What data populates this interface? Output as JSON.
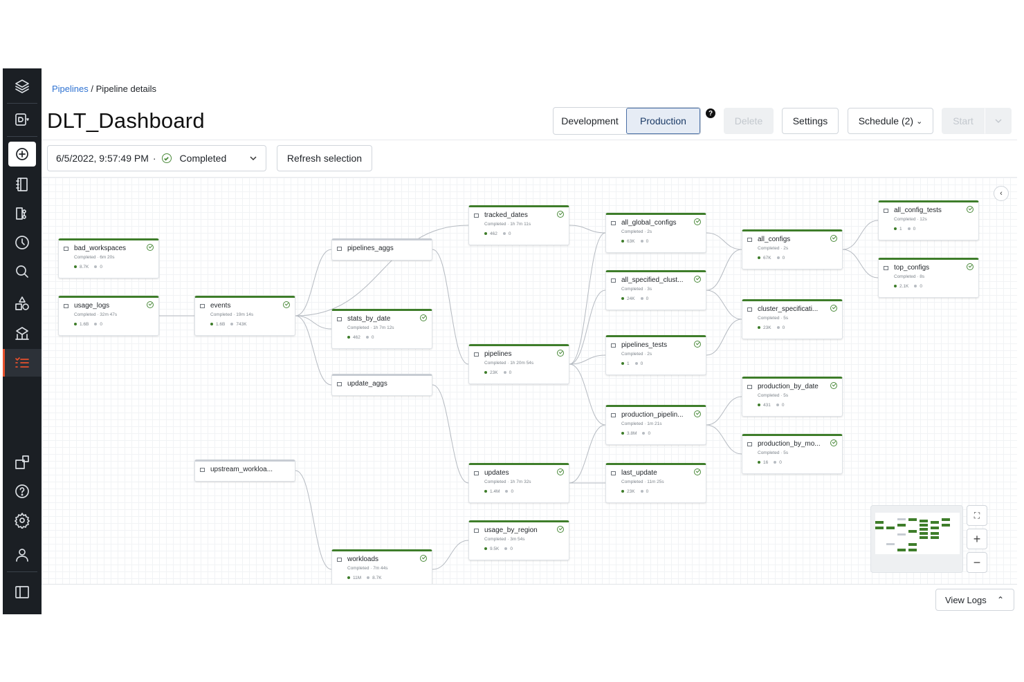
{
  "breadcrumb": {
    "root": "Pipelines",
    "separator": " / ",
    "current": "Pipeline details"
  },
  "page_title": "DLT_Dashboard",
  "mode_toggle": {
    "development": "Development",
    "production": "Production",
    "selected": "Production"
  },
  "help_icon": "?",
  "actions": {
    "delete": "Delete",
    "settings": "Settings",
    "schedule": "Schedule (2)",
    "schedule_caret": "⌄",
    "start": "Start"
  },
  "update_select": {
    "timestamp": "6/5/2022, 9:57:49 PM",
    "separator": "·",
    "status": "Completed"
  },
  "refresh_selection": "Refresh selection",
  "collapse_icon": "‹",
  "zoom": {
    "fit": "⛶",
    "in": "+",
    "out": "−"
  },
  "view_logs": {
    "label": "View Logs",
    "caret": "⌃"
  },
  "colors": {
    "success": "#3e7d2a",
    "sidebar_bg": "#1b1f24",
    "active_accent": "#e8502c",
    "link": "#2e72d2"
  },
  "sidebar_icons": [
    "layers-icon",
    "data-icon",
    "create-icon",
    "notebook-icon",
    "repos-icon",
    "history-icon",
    "search-icon",
    "shapes-icon",
    "workflows-icon",
    "jobs-icon",
    "partner-icon",
    "help-icon",
    "settings-icon",
    "user-icon",
    "sidebar-toggle-icon"
  ],
  "nodes": [
    {
      "id": "bad_workspaces",
      "name": "bad_workspaces",
      "status": "Completed · 6m 20s",
      "ok": "8.7K",
      "err": "0"
    },
    {
      "id": "usage_logs",
      "name": "usage_logs",
      "status": "Completed · 32m 47s",
      "ok": "1.6B",
      "err": "0"
    },
    {
      "id": "events",
      "name": "events",
      "status": "Completed · 19m 14s",
      "ok": "1.6B",
      "err": "743K"
    },
    {
      "id": "pipelines_aggs",
      "name": "pipelines_aggs",
      "grey": true
    },
    {
      "id": "stats_by_date",
      "name": "stats_by_date",
      "status": "Completed · 1h 7m 12s",
      "ok": "462",
      "err": "0"
    },
    {
      "id": "update_aggs",
      "name": "update_aggs",
      "grey": true
    },
    {
      "id": "upstream_workloads",
      "name": "upstream_workloa...",
      "grey": true
    },
    {
      "id": "workloads",
      "name": "workloads",
      "status": "Completed · 7m 44s",
      "ok": "11M",
      "err": "8.7K"
    },
    {
      "id": "tracked_dates",
      "name": "tracked_dates",
      "status": "Completed · 1h 7m 11s",
      "ok": "462",
      "err": "0"
    },
    {
      "id": "pipelines",
      "name": "pipelines",
      "status": "Completed · 1h 20m 54s",
      "ok": "23K",
      "err": "0"
    },
    {
      "id": "updates",
      "name": "updates",
      "status": "Completed · 1h 7m 32s",
      "ok": "1.4M",
      "err": "0"
    },
    {
      "id": "usage_by_region",
      "name": "usage_by_region",
      "status": "Completed · 3m 54s",
      "ok": "9.5K",
      "err": "0"
    },
    {
      "id": "all_global_configs",
      "name": "all_global_configs",
      "status": "Completed · 2s",
      "ok": "63K",
      "err": "0"
    },
    {
      "id": "all_specified_clust",
      "name": "all_specified_clust...",
      "status": "Completed · 3s",
      "ok": "24K",
      "err": "0"
    },
    {
      "id": "pipelines_tests",
      "name": "pipelines_tests",
      "status": "Completed · 2s",
      "ok": "1",
      "err": "0"
    },
    {
      "id": "production_pipelin",
      "name": "production_pipelin...",
      "status": "Completed · 1m 21s",
      "ok": "3.8M",
      "err": "0"
    },
    {
      "id": "last_update",
      "name": "last_update",
      "status": "Completed · 11m 25s",
      "ok": "23K",
      "err": "0"
    },
    {
      "id": "all_configs",
      "name": "all_configs",
      "status": "Completed · 2s",
      "ok": "67K",
      "err": "0"
    },
    {
      "id": "cluster_specificati",
      "name": "cluster_specificati...",
      "status": "Completed · 5s",
      "ok": "23K",
      "err": "0"
    },
    {
      "id": "production_by_date",
      "name": "production_by_date",
      "status": "Completed · 5s",
      "ok": "431",
      "err": "0"
    },
    {
      "id": "production_by_mo",
      "name": "production_by_mo...",
      "status": "Completed · 5s",
      "ok": "16",
      "err": "0"
    },
    {
      "id": "all_config_tests",
      "name": "all_config_tests",
      "status": "Completed · 12s",
      "ok": "1",
      "err": "0"
    },
    {
      "id": "top_configs",
      "name": "top_configs",
      "status": "Completed · 8s",
      "ok": "2.1K",
      "err": "0"
    }
  ]
}
